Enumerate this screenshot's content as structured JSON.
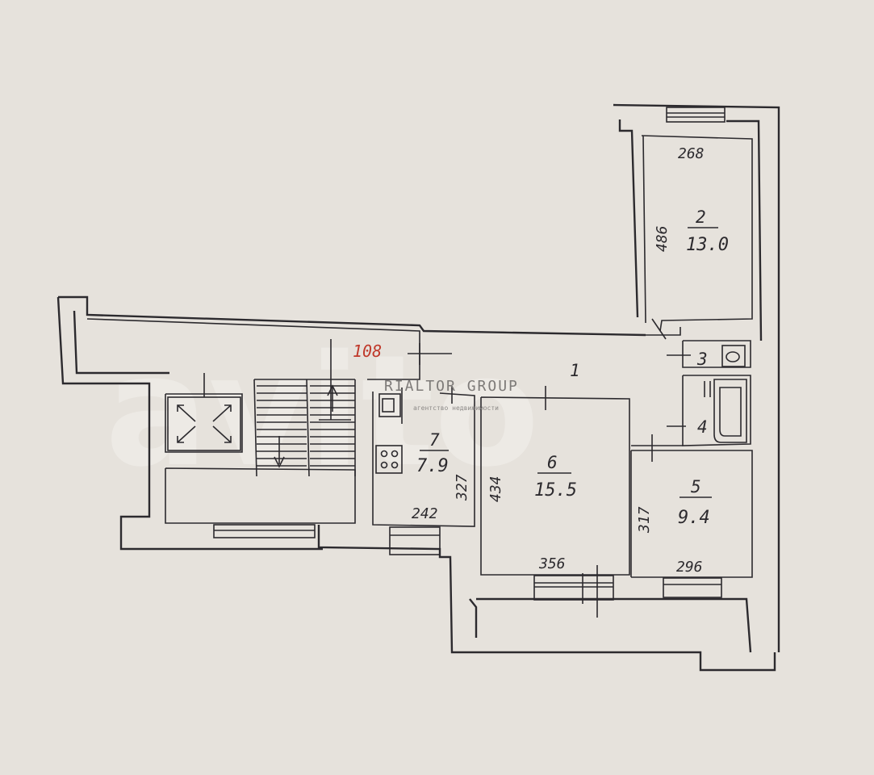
{
  "floor_plan": {
    "rooms": [
      {
        "id": "1",
        "number": "1",
        "area": ""
      },
      {
        "id": "2",
        "number": "2",
        "area": "13.0"
      },
      {
        "id": "3",
        "number": "3",
        "area": ""
      },
      {
        "id": "4",
        "number": "4",
        "area": ""
      },
      {
        "id": "5",
        "number": "5",
        "area": "9.4"
      },
      {
        "id": "6",
        "number": "6",
        "area": "15.5"
      },
      {
        "id": "7",
        "number": "7",
        "area": "7.9"
      }
    ],
    "dimensions": {
      "room2_width": "268",
      "room2_depth": "486",
      "corridor_width": "108",
      "room7_depth": "327",
      "room7_width": "242",
      "room6_depth": "434",
      "room6_width": "356",
      "room5_depth": "317",
      "room5_width": "296"
    },
    "colors": {
      "ink": "#2c2a2e",
      "paper": "#e6e2dc",
      "highlight": "#c0392b"
    }
  },
  "watermark": {
    "agency": "RIALTOR GROUP",
    "agency_subtitle": "агентство недвижимости",
    "brand": "avito"
  }
}
